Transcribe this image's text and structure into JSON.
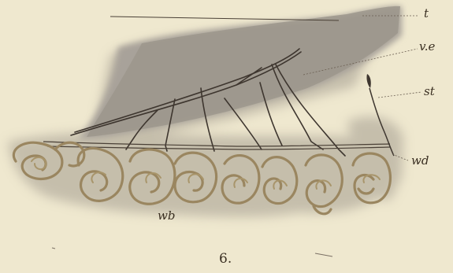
{
  "figure": {
    "number": "6.",
    "labels": {
      "t": "t",
      "ve": "v.e",
      "st": "st",
      "wd": "wd",
      "wb": "wb"
    }
  }
}
